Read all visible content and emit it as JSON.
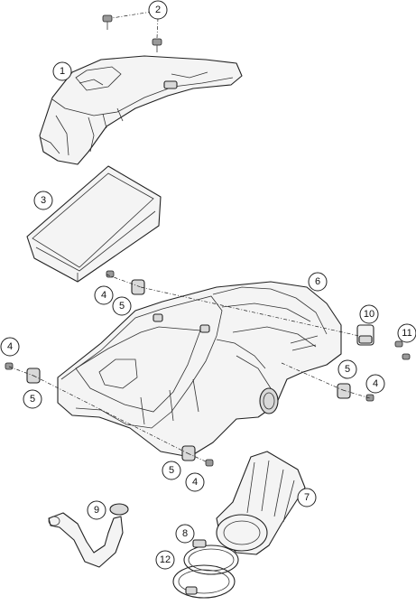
{
  "diagram": {
    "type": "exploded-parts-diagram",
    "callouts": [
      {
        "id": "c1a",
        "label": "1"
      },
      {
        "id": "c2a",
        "label": "2"
      },
      {
        "id": "c3a",
        "label": "3"
      },
      {
        "id": "c4a",
        "label": "4"
      },
      {
        "id": "c5a",
        "label": "5"
      },
      {
        "id": "c6a",
        "label": "6"
      },
      {
        "id": "c10a",
        "label": "10"
      },
      {
        "id": "c11a",
        "label": "11"
      },
      {
        "id": "c4b",
        "label": "4"
      },
      {
        "id": "c5b",
        "label": "5"
      },
      {
        "id": "c5c",
        "label": "5"
      },
      {
        "id": "c4c",
        "label": "4"
      },
      {
        "id": "c5d",
        "label": "5"
      },
      {
        "id": "c4d",
        "label": "4"
      },
      {
        "id": "c7a",
        "label": "7"
      },
      {
        "id": "c9a",
        "label": "9"
      },
      {
        "id": "c8a",
        "label": "8"
      },
      {
        "id": "c12a",
        "label": "12"
      }
    ]
  }
}
